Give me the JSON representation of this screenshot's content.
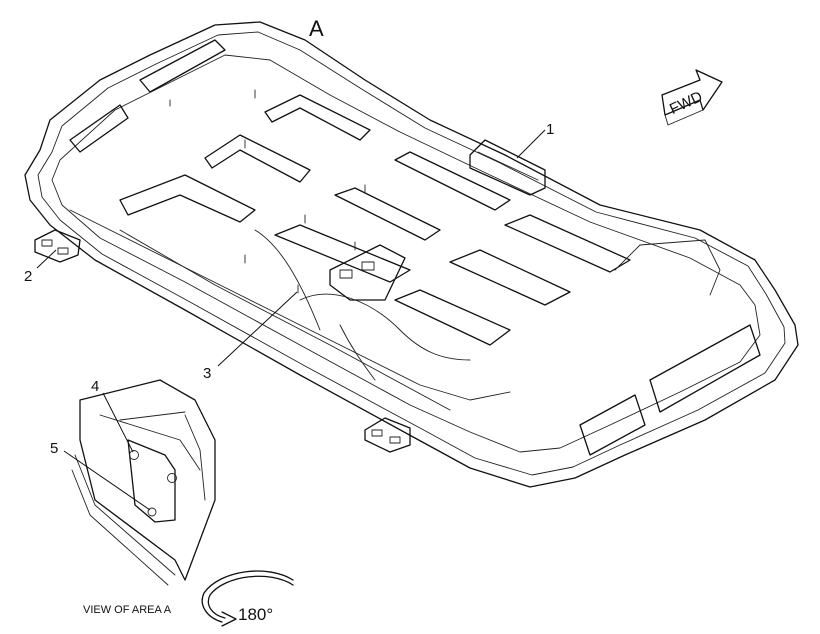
{
  "area_letter": "A",
  "fwd_label": "FWD",
  "view_label": "VIEW OF AREA A",
  "rotation_label": "180°",
  "callouts": [
    "1",
    "2",
    "3",
    "4",
    "5"
  ]
}
